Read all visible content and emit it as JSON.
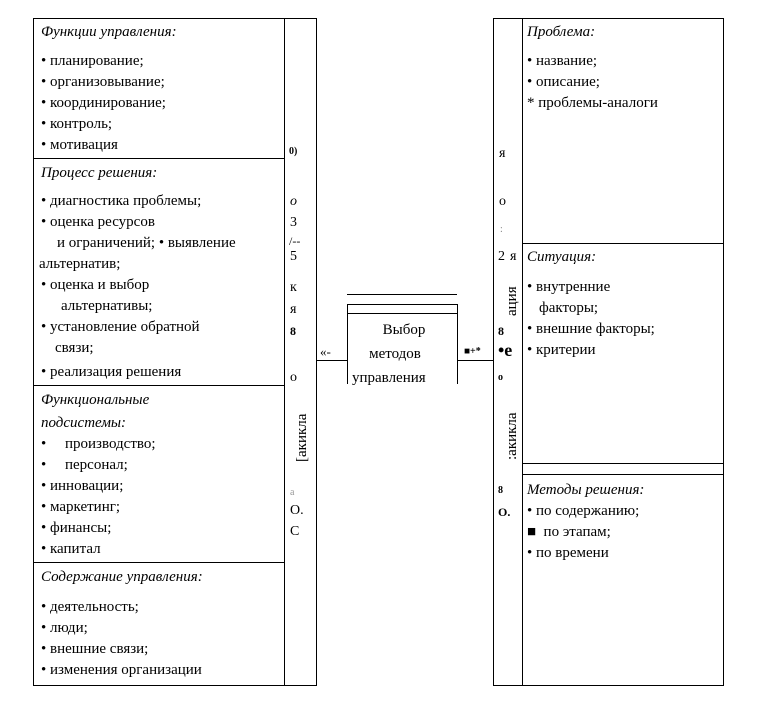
{
  "left_panel": {
    "functions": {
      "title": "Функции управления:",
      "items": [
        "• планирование;",
        "• организовывание;",
        "• координирование;",
        "• контроль;",
        "• мотивация"
      ]
    },
    "process": {
      "title": "Процесс решения:",
      "items": [
        "• диагностика проблемы;",
        "• оценка ресурсов",
        "и ограничений; • выявление",
        "альтернатив;",
        "• оценка и выбор",
        "альтернативы;",
        "• установление обратной",
        "связи;",
        "• реализация решения"
      ]
    },
    "subsystems": {
      "title": "Функциональные",
      "title2": "подсистемы:",
      "items": [
        "•     производство;",
        "•     персонал;",
        "• инновации;",
        "• маркетинг;",
        "• финансы;",
        "• капитал"
      ]
    },
    "content": {
      "title": "Содержание управления:",
      "items": [
        "• деятельность;",
        "• люди;",
        "• внешние связи;",
        "• изменения организации"
      ]
    }
  },
  "left_strip": {
    "marks": [
      "0)",
      "о",
      "3",
      "/--",
      "5",
      "к",
      "я",
      "8",
      "о",
      "а",
      "О.",
      "С"
    ],
    "vertical": "[акикла"
  },
  "center": {
    "label_lines": [
      "Выбор",
      "методов",
      "управления"
    ],
    "left_arrow": "«-",
    "right_arrow": "■+*"
  },
  "right_strip": {
    "marks": [
      "я",
      "о",
      ":",
      "2",
      "я",
      "8",
      "•е",
      "о",
      "8",
      "О."
    ],
    "vertical_top": "ация",
    "vertical_bottom": ":акикла"
  },
  "right_panel": {
    "problem": {
      "title": "Проблема:",
      "items": [
        "• название;",
        "• описание;",
        "* проблемы-аналоги"
      ]
    },
    "situation": {
      "title": "Ситуация:",
      "items": [
        "• внутренние",
        "факторы;",
        "• внешние факторы;",
        "• критерии"
      ]
    },
    "methods": {
      "title": "Методы решения:",
      "items": [
        "• по содержанию;",
        "■  по этапам;",
        "• по времени"
      ]
    }
  }
}
